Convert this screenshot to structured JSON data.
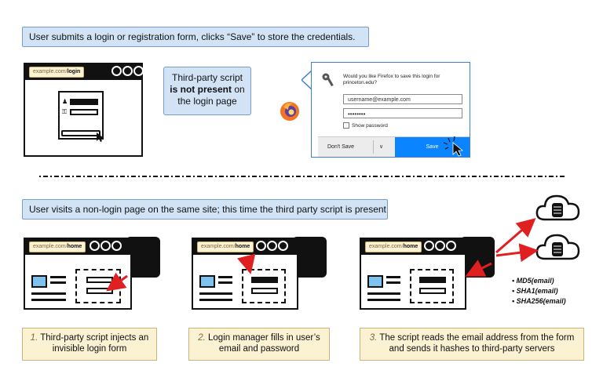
{
  "banner_top": "User submits a login or registration form, clicks “Save” to store the credentials.",
  "banner_bottom": "User visits a non-login page on the same site; this time the third party script is present",
  "login_browser": {
    "url_prefix": "example.com/",
    "url_path": "login"
  },
  "home_browser": {
    "url_prefix": "example.com/",
    "url_path": "home"
  },
  "third_party_note": {
    "line1": "Third-party script",
    "line2": "is not present",
    "line3": "on",
    "line4": "the login page"
  },
  "firefox_dialog": {
    "question": "Would you like Firefox to save this login for princeton.edu?",
    "username_value": "username@example.com",
    "password_value": "••••••••",
    "show_password_label": "Show password",
    "dont_save_label": "Don't Save",
    "save_label": "Save"
  },
  "hashes": [
    "MD5(email)",
    "SHA1(email)",
    "SHA256(email)"
  ],
  "steps": [
    {
      "num": "1.",
      "text": "Third-party script injects an invisible login form"
    },
    {
      "num": "2.",
      "text": "Login manager fills in user’s email and password"
    },
    {
      "num": "3.",
      "text": "The script reads the email address from the form and sends it hashes to third-party servers"
    }
  ],
  "colors": {
    "note_bg": "#d2e3f5",
    "caption_bg": "#fbf1d3",
    "arrow": "#e02020",
    "firefox_blue": "#0a84ff"
  }
}
